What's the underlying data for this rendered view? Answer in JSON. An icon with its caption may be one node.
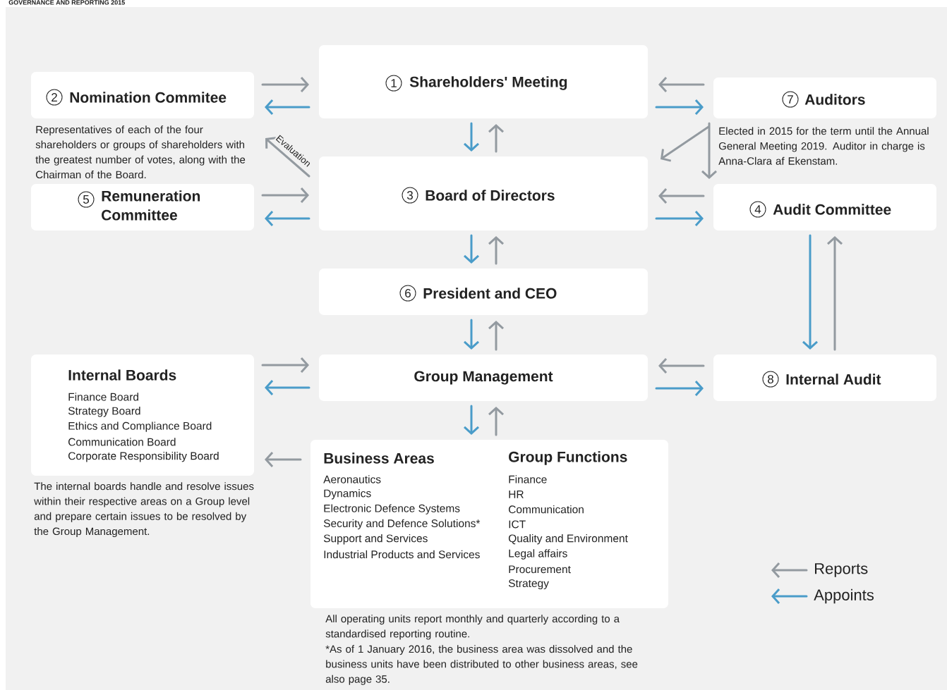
{
  "diagram": {
    "title": "GOVERNANCE AND REPORTING 2015",
    "nodes": [
      {
        "text": [
          "1",
          "Shareholders' Meeting"
        ]
      },
      {
        "text": [
          "2",
          "Nomination Commitee"
        ],
        "beside": [
          "Representatives of each of the four shareholders or groups of shareholders with the greatest number of votes, along with the Chairman of the Board."
        ]
      },
      {
        "text": [
          "7",
          "Auditors"
        ],
        "beside": [
          "Elected in 2015 for the term until the Annual General Meeting 2019. Auditor in charge is Anna-Clara af Ekenstam."
        ]
      },
      {
        "text": [
          "3",
          "Board of Directors"
        ]
      },
      {
        "text": [
          "5",
          "Remuneration Committee"
        ]
      },
      {
        "text": [
          "4",
          "Audit Committee"
        ]
      },
      {
        "text": [
          "6",
          "President and CEO"
        ]
      },
      {
        "text": [
          "Internal Boards",
          "Finance Board",
          "Strategy Board",
          "Ethics and Compliance Board",
          "Communication Board",
          "Corporate Responsibility Board"
        ],
        "beside": [
          "The internal boards handle and resolve issues within their respective areas on a Group level and prepare certain issues to be resolved by the Group Management."
        ]
      },
      {
        "text": [
          "Group Management"
        ]
      },
      {
        "text": [
          "8",
          "Internal Audit"
        ]
      },
      {
        "text": [
          "Business Areas",
          "Aeronautics",
          "Dynamics",
          "Electronic Defence Systems",
          "Security and Defence Solutions*",
          "Support and Services",
          "Industrial Products and Services",
          "Group Functions",
          "Finance",
          "HR",
          "Communication",
          "ICT",
          "Quality and Environment",
          "Legal affairs",
          "Procurement",
          "Strategy"
        ],
        "beside": [
          "All operating units report monthly and quarterly according to a standardised reporting routine.",
          "*As of 1 January 2016, the business area was dissolved and the business units have been distributed to other business areas, see also page 35."
        ]
      }
    ],
    "edges": [
      {
        "from": 1,
        "to": 0,
        "arrow": "to"
      },
      {
        "from": 0,
        "to": 1,
        "arrow": "to",
        "color": "#4a9cc9"
      },
      {
        "from": 2,
        "to": 0,
        "arrow": "to"
      },
      {
        "from": 0,
        "to": 2,
        "arrow": "to",
        "color": "#4a9cc9"
      },
      {
        "from": 0,
        "to": 3,
        "arrow": "to",
        "color": "#4a9cc9"
      },
      {
        "from": 3,
        "to": 0,
        "arrow": "to"
      },
      {
        "from": 2,
        "to": 3,
        "arrow": "to"
      },
      {
        "from": 2,
        "to": 5,
        "arrow": "to"
      },
      {
        "from": 3,
        "to": 1,
        "arrow": "to",
        "label": "Evaluation"
      },
      {
        "from": 4,
        "to": 3,
        "arrow": "to"
      },
      {
        "from": 3,
        "to": 4,
        "arrow": "to",
        "color": "#4a9cc9"
      },
      {
        "from": 5,
        "to": 3,
        "arrow": "to"
      },
      {
        "from": 3,
        "to": 5,
        "arrow": "to",
        "color": "#4a9cc9"
      },
      {
        "from": 3,
        "to": 6,
        "arrow": "to",
        "color": "#4a9cc9"
      },
      {
        "from": 6,
        "to": 3,
        "arrow": "to"
      },
      {
        "from": 6,
        "to": 8,
        "arrow": "to",
        "color": "#4a9cc9"
      },
      {
        "from": 8,
        "to": 6,
        "arrow": "to"
      },
      {
        "from": 7,
        "to": 8,
        "arrow": "to"
      },
      {
        "from": 8,
        "to": 7,
        "arrow": "to",
        "color": "#4a9cc9"
      },
      {
        "from": 9,
        "to": 8,
        "arrow": "to"
      },
      {
        "from": 8,
        "to": 9,
        "arrow": "to",
        "color": "#4a9cc9"
      },
      {
        "from": 5,
        "to": 9,
        "arrow": "to",
        "color": "#4a9cc9"
      },
      {
        "from": 9,
        "to": 5,
        "arrow": "to"
      },
      {
        "from": 8,
        "to": 10,
        "arrow": "to",
        "color": "#4a9cc9"
      },
      {
        "from": 10,
        "to": 8,
        "arrow": "to"
      },
      {
        "from": 10,
        "to": 7,
        "arrow": "to"
      }
    ],
    "legend": [
      {
        "text": "Reports"
      },
      {
        "text": "Appoints"
      }
    ]
  }
}
